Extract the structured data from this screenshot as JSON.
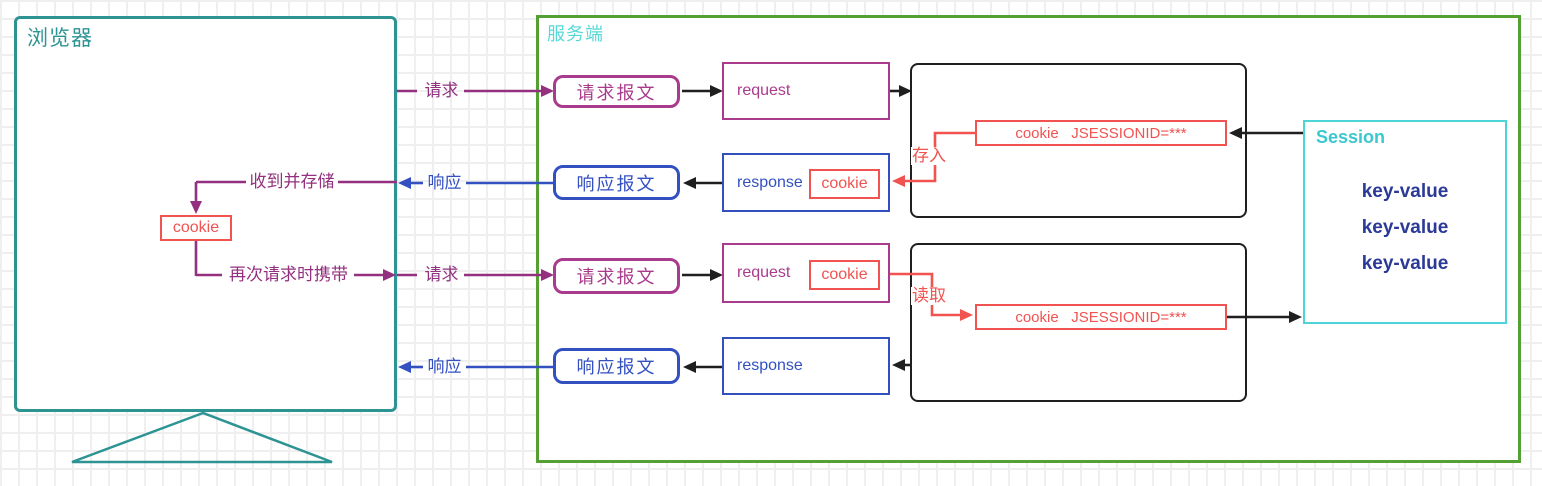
{
  "browser": {
    "title": "浏览器",
    "cookie_label": "cookie",
    "store_flow_label": "收到并存储",
    "resend_flow_label": "再次请求时携带"
  },
  "channel": {
    "request_label_1": "请求",
    "response_label_1": "响应",
    "request_label_2": "请求",
    "response_label_2": "响应"
  },
  "server": {
    "title": "服务端",
    "request_msg_1": "请求报文",
    "response_msg_1": "响应报文",
    "request_msg_2": "请求报文",
    "response_msg_2": "响应报文",
    "request_obj_1": "request",
    "response_obj_1": "response",
    "request_obj_2": "request",
    "response_obj_2": "response",
    "response_cookie_1": "cookie",
    "request_cookie_2": "cookie",
    "store_label": "存入",
    "read_label": "读取",
    "session_cookie_1": "cookie   JSESSIONID=***",
    "session_cookie_2": "cookie   JSESSIONID=***"
  },
  "session": {
    "title": "Session",
    "entries": [
      "key-value",
      "key-value",
      "key-value"
    ]
  },
  "colors": {
    "browser_teal": "#2E9393",
    "server_green": "#55A033",
    "label_cyan": "#57D8D8",
    "purple_flow": "#93307F",
    "purple_box": "#AA3B8C",
    "blue_flow": "#3350C0",
    "red_cookie": "#F05350",
    "black_arrow": "#1f1f1f",
    "session_navy": "#2B3A96"
  }
}
